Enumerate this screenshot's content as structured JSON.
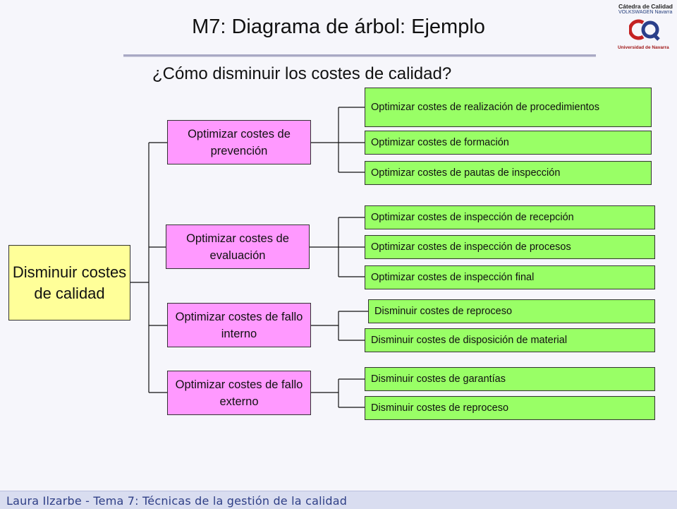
{
  "header": {
    "title": "M7: Diagrama de árbol: Ejemplo",
    "question": "¿Cómo disminuir los costes de calidad?"
  },
  "logo": {
    "line1": "Cátedra de Calidad",
    "line2": "VOLKSWAGEN Navarra",
    "university": "Universidad de Navarra"
  },
  "tree": {
    "root": "Disminuir costes de calidad",
    "branches": [
      {
        "label": "Optimizar costes de prevención",
        "children": [
          "Optimizar costes de realización de procedimientos",
          "Optimizar costes de formación",
          "Optimizar costes de pautas de inspección"
        ]
      },
      {
        "label": "Optimizar costes de evaluación",
        "children": [
          "Optimizar costes de inspección de recepción",
          "Optimizar costes de inspección de procesos",
          "Optimizar costes de inspección final"
        ]
      },
      {
        "label": "Optimizar costes de fallo interno",
        "children": [
          "Disminuir costes de reproceso",
          "Disminuir costes de disposición de material"
        ]
      },
      {
        "label": "Optimizar costes de fallo externo",
        "children": [
          "Disminuir costes de garantías",
          "Disminuir costes de reproceso"
        ]
      }
    ]
  },
  "colors": {
    "root_fill": "#ffff99",
    "branch_fill": "#ff99ff",
    "leaf_fill": "#99ff66",
    "footer_text": "#2f3f86"
  },
  "footer": {
    "text": "Laura Ilzarbe - Tema 7: Técnicas de la gestión de la calidad"
  }
}
